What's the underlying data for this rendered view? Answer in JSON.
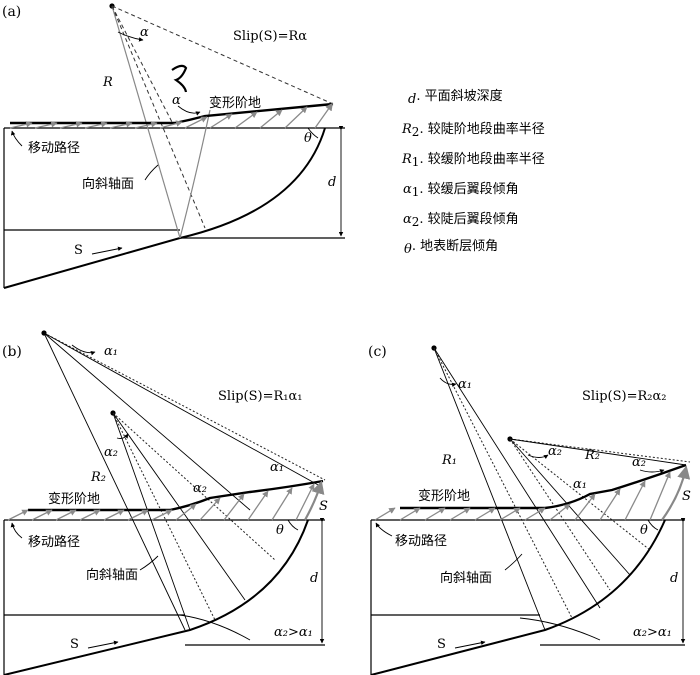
{
  "panel_a": {
    "label": "(a)",
    "slip_formula": "Slip(S)=Rα",
    "label_R": "R",
    "label_alpha_top": "α",
    "label_alpha_bend": "α",
    "terrace": "变形阶地",
    "path": "移动路径",
    "axial": "向斜轴面",
    "theta": "θ",
    "d": "d",
    "s": "S"
  },
  "legend": [
    {
      "sym": "d",
      "sub": "",
      "text": ". 平面斜坡深度"
    },
    {
      "sym": "R",
      "sub": "2",
      "text": ". 较陡阶地段曲率半径"
    },
    {
      "sym": "R",
      "sub": "1",
      "text": ". 较缓阶地段曲率半径"
    },
    {
      "sym": "α",
      "sub": "1",
      "text": ". 较缓后翼段倾角"
    },
    {
      "sym": "α",
      "sub": "2",
      "text": ". 较陡后翼段倾角"
    },
    {
      "sym": "θ",
      "sub": "",
      "text": ". 地表断层倾角"
    }
  ],
  "panel_b": {
    "label": "(b)",
    "slip_formula": "Slip(S)=R₁α₁",
    "alpha1_top": "α₁",
    "alpha2": "α₂",
    "R2": "R₂",
    "alpha2_curve": "α₂",
    "alpha1_curve": "α₁",
    "terrace": "变形阶地",
    "path": "移动路径",
    "axial": "向斜轴面",
    "theta": "θ",
    "d": "d",
    "s_right": "S",
    "compare": "α₂>α₁",
    "s": "S"
  },
  "panel_c": {
    "label": "(c)",
    "slip_formula": "Slip(S)=R₂α₂",
    "alpha1_top": "α₁",
    "R1": "R₁",
    "alpha2": "α₂",
    "R2": "R₂",
    "alpha2_curve": "α₂",
    "alpha1_curve": "α₁",
    "terrace": "变形阶地",
    "path": "移动路径",
    "axial": "向斜轴面",
    "theta": "θ",
    "d": "d",
    "s_right": "S",
    "compare": "α₂>α₁",
    "s": "S"
  }
}
